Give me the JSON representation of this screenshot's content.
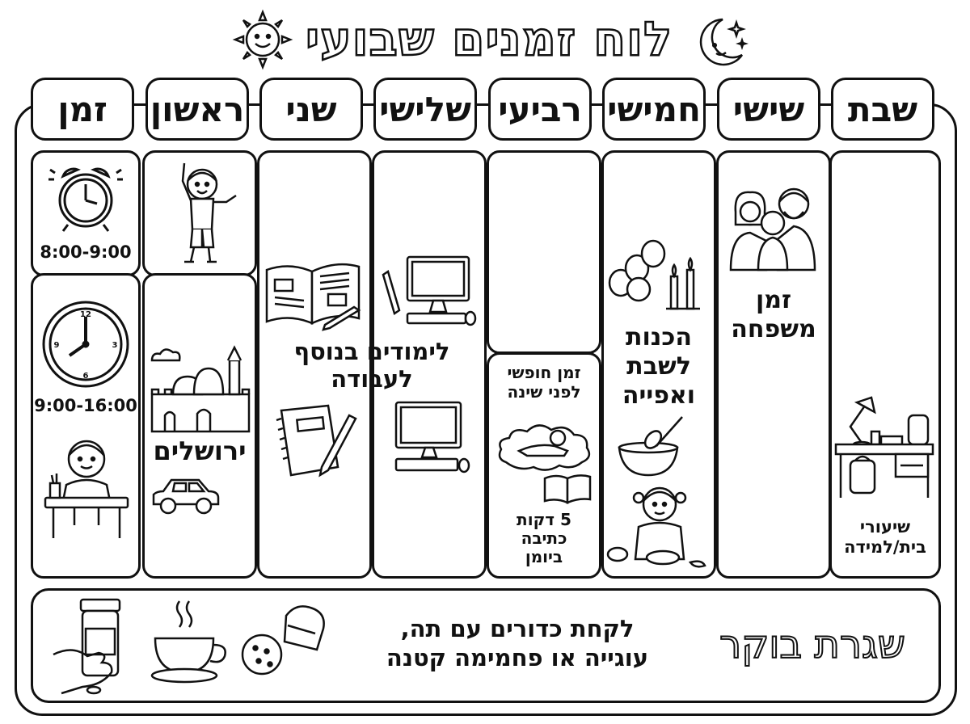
{
  "title": "לוח זמנים שבועי",
  "days": {
    "time": "זמן",
    "sunday": "ראשון",
    "monday": "שני",
    "tuesday": "שלישי",
    "wednesday": "רביעי",
    "thursday": "חמישי",
    "friday": "שישי",
    "saturday": "שבת"
  },
  "time_slots": {
    "slot1": "8:00-9:00",
    "slot2": "9:00-16:00"
  },
  "activities": {
    "sunday_trip": "ירושלים",
    "mon_tue_study": "לימודים בנוסף\nלעבודה",
    "wed_free_time": "זמן חופשי\nלפני שינה",
    "wed_diary": "5 דקות\nכתיבה\nביומן",
    "thu_shabbat_prep": "הכנות\nלשבת\nואפייה",
    "fri_family": "זמן\nמשפחה",
    "sat_homework": "שיעורי\nבית/למידה"
  },
  "breakfast": {
    "title": "שגרת בוקר",
    "description": "לקחת כדורים עם תה,\nעוגייה או פחמימה קטנה"
  }
}
